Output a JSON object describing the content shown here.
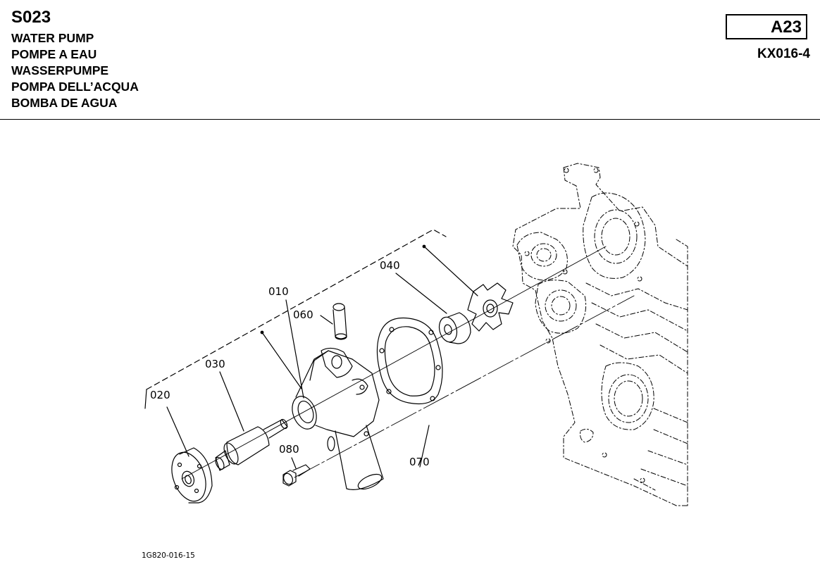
{
  "header": {
    "code": "S023",
    "titles": [
      "WATER PUMP",
      "POMPE A EAU",
      "WASSERPUMPE",
      "POMPA DELL’ACQUA",
      "BOMBA DE AGUA"
    ],
    "section": "A23",
    "model": "KX016-4"
  },
  "diagram": {
    "callouts": [
      "010",
      "020",
      "030",
      "040",
      "060",
      "070",
      "080"
    ],
    "reference": "1G820-016-15"
  }
}
